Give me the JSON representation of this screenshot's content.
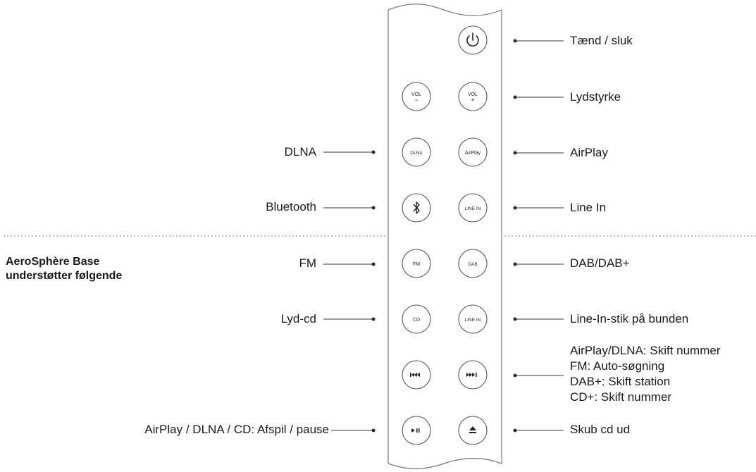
{
  "section_label": {
    "line1": "AeroSphère Base",
    "line2": "understøtter følgende"
  },
  "buttons": {
    "power": {
      "icon": "power-icon"
    },
    "vol_minus": {
      "top": "VOL",
      "bottom": "−"
    },
    "vol_plus": {
      "top": "VOL",
      "bottom": "+"
    },
    "dlna": "DLNA",
    "airplay": "AirPlay",
    "bluetooth": {
      "icon": "bluetooth-icon"
    },
    "line_in": "LINE IN",
    "fm": "FM",
    "dab": "DAB",
    "cd": "CD",
    "line_in_2": "LINE IN",
    "prev": {
      "icon": "previous-track-icon"
    },
    "next": {
      "icon": "next-track-icon"
    },
    "play_pause": {
      "icon": "play-pause-icon"
    },
    "eject": {
      "icon": "eject-icon"
    }
  },
  "labels_left": {
    "dlna": "DLNA",
    "bluetooth": "Bluetooth",
    "fm": "FM",
    "lyd_cd": "Lyd-cd",
    "play_pause": "AirPlay / DLNA / CD: Afspil / pause"
  },
  "labels_right": {
    "power": "Tænd / sluk",
    "volume": "Lydstyrke",
    "airplay": "AirPlay",
    "line_in": "Line In",
    "dab": "DAB/DAB+",
    "line_in_stik": "Line-In-stik på bunden",
    "skip_lines": [
      "AirPlay/DLNA: Skift nummer",
      "FM: Auto-søgning",
      "DAB+: Skift station",
      "CD+: Skift nummer"
    ],
    "eject": "Skub cd ud"
  }
}
